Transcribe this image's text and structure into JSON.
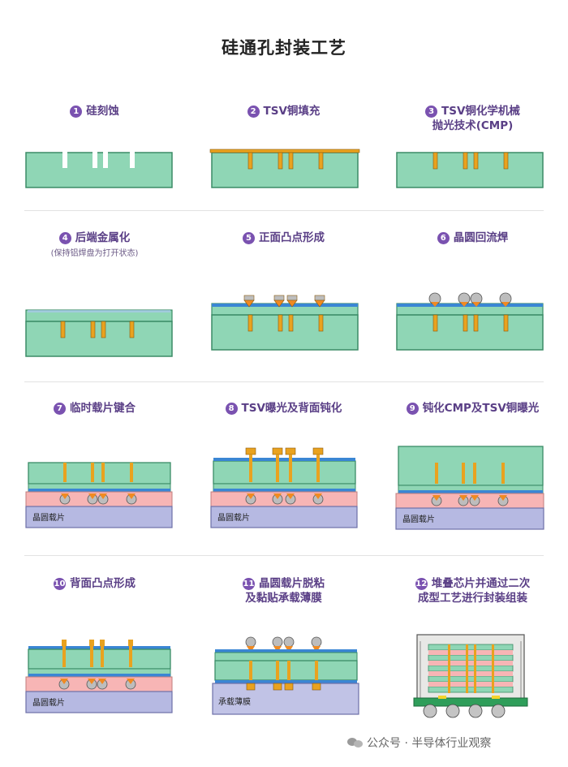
{
  "title": "硅通孔封装工艺",
  "steps": [
    {
      "num": "1",
      "line1": "硅刻蚀",
      "line2": "",
      "note": ""
    },
    {
      "num": "2",
      "line1": "TSV铜填充",
      "line2": "",
      "note": ""
    },
    {
      "num": "3",
      "line1": "TSV铜化学机械",
      "line2": "抛光技术(CMP)",
      "note": ""
    },
    {
      "num": "4",
      "line1": "后端金属化",
      "line2": "",
      "note": "(保持铝焊盘为打开状态)"
    },
    {
      "num": "5",
      "line1": "正面凸点形成",
      "line2": "",
      "note": ""
    },
    {
      "num": "6",
      "line1": "晶圆回流焊",
      "line2": "",
      "note": ""
    },
    {
      "num": "7",
      "line1": "临时载片键合",
      "line2": "",
      "note": ""
    },
    {
      "num": "8",
      "line1": "TSV曝光及背面钝化",
      "line2": "",
      "note": ""
    },
    {
      "num": "9",
      "line1": "钝化CMP及TSV铜曝光",
      "line2": "",
      "note": ""
    },
    {
      "num": "10",
      "line1": "背面凸点形成",
      "line2": "",
      "note": ""
    },
    {
      "num": "11",
      "line1": "晶圆载片脱粘",
      "line2": "及黏贴承载薄膜",
      "note": ""
    },
    {
      "num": "12",
      "line1": "堆叠芯片并通过二次",
      "line2": "成型工艺进行封装组装",
      "note": ""
    }
  ],
  "carrier_labels": {
    "wafer_carrier": "晶圆载片",
    "carrier_film": "承载薄膜"
  },
  "watermark": "公众号 · 半导体行业观察",
  "colors": {
    "silicon": "#8fd6b5",
    "silicon_border": "#3b8c66",
    "copper": "#e9a21f",
    "copper_border": "#8a5a10",
    "metal_blue": "#3a86d4",
    "bump_orange": "#f08a22",
    "solder_gray": "#bdbdbd",
    "adhesive_pink": "#f7b5b5",
    "carrier_purple": "#b6b9e2",
    "title_purple": "#5a3f86"
  }
}
